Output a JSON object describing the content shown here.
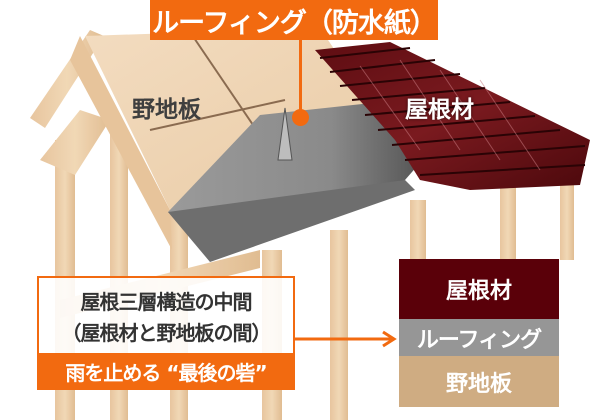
{
  "title_label": "ルーフィング（防水紙）",
  "roof_labels": {
    "sheathing": "野地板",
    "roofing_material": "屋根材"
  },
  "callout": {
    "line1": "屋根三層構造の中間",
    "line2": "（屋根材と野地板の間）",
    "band": "雨を止める “最後の砦”"
  },
  "layer_stack": [
    {
      "label": "屋根材",
      "color": "#5a0009"
    },
    {
      "label": "ルーフィング",
      "color": "#969696"
    },
    {
      "label": "野地板",
      "color": "#cfac82"
    }
  ],
  "colors": {
    "accent": "#f26a10",
    "roof_tile": "#6b1116",
    "roofing_sheet": "#8a8a8a",
    "wood": "#e8c9a2"
  }
}
